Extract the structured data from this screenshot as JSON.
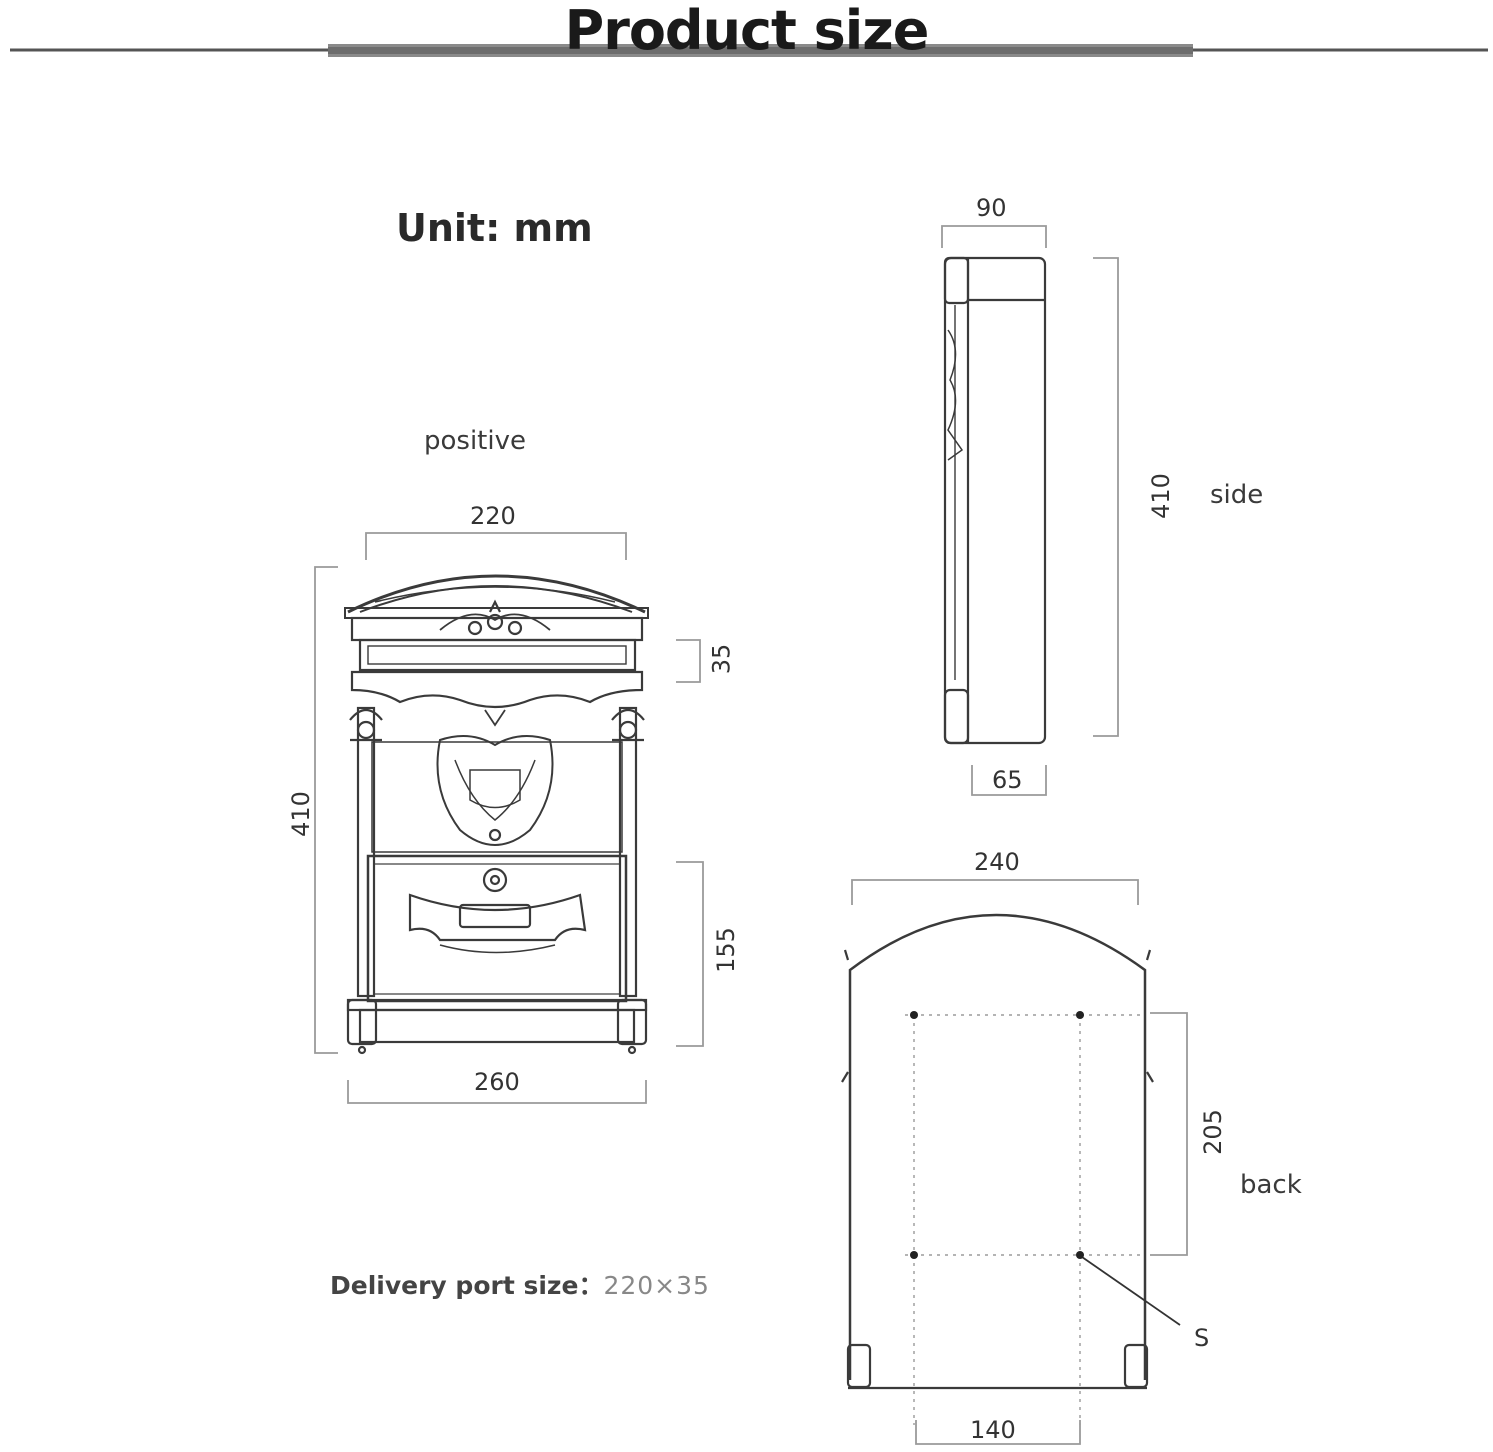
{
  "title": "Product size",
  "unit": "Unit: mm",
  "views": {
    "positive": "positive",
    "side": "side",
    "back": "back"
  },
  "front_dims": {
    "top_width": "220",
    "bottom_width": "260",
    "height": "410",
    "slot_height": "35",
    "door_height": "155"
  },
  "side_dims": {
    "top_depth": "90",
    "bottom_depth": "65",
    "height": "410"
  },
  "back_dims": {
    "width": "240",
    "hole_spacing_v": "205",
    "hole_spacing_h": "140",
    "screw_label": "S"
  },
  "delivery_port": {
    "label": "Delivery port size：",
    "value": "220×35"
  }
}
